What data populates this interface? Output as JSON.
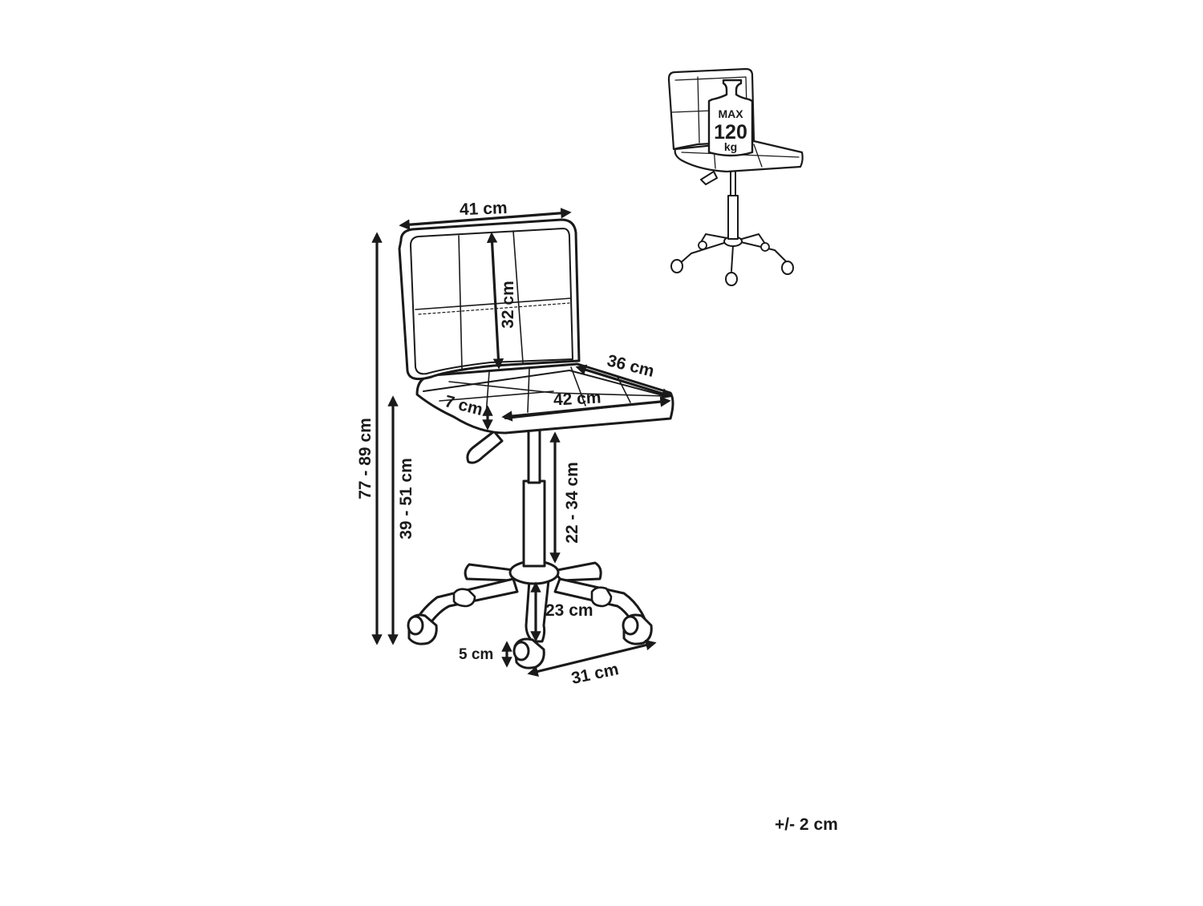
{
  "dimensions": {
    "backrest_width": "41 cm",
    "total_height": "77 - 89 cm",
    "seat_height": "39 - 51 cm",
    "backrest_height": "32 cm",
    "seat_depth": "36 cm",
    "seat_width": "42 cm",
    "seat_thickness": "7 cm",
    "gas_lift_height": "22 - 34 cm",
    "base_radius": "23 cm",
    "caster_height": "5 cm",
    "base_leg_span": "31 cm"
  },
  "max_load": {
    "line1": "MAX",
    "line2": "120",
    "line3": "kg"
  },
  "tolerance": "+/- 2 cm",
  "colors": {
    "line": "#1a1a1a",
    "background": "#ffffff"
  }
}
